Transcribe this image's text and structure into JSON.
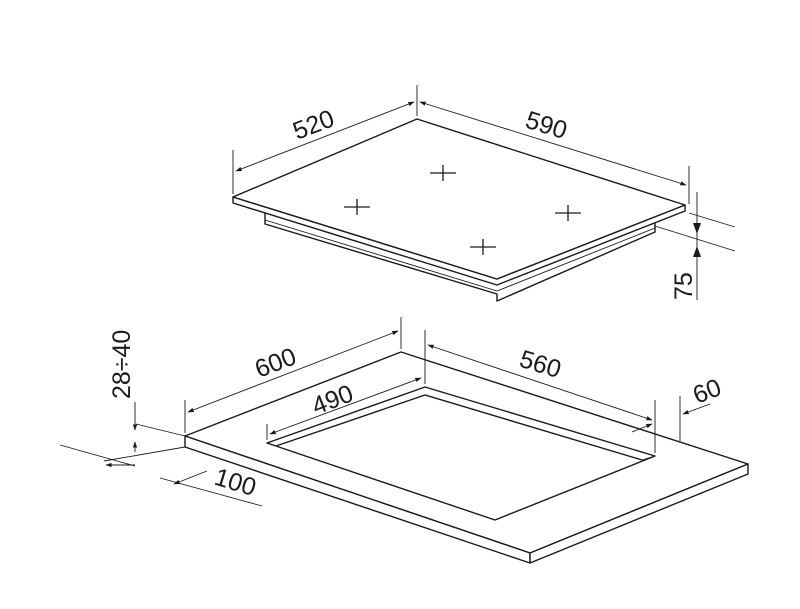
{
  "hob": {
    "dimensions": {
      "depth": "520",
      "width": "590",
      "height": "75"
    }
  },
  "cutout": {
    "dimensions": {
      "worktop_depth": "600",
      "cutout_width": "560",
      "cutout_depth": "490",
      "rear_clearance": "60",
      "front_clearance": "100",
      "worktop_thickness": "28÷40"
    }
  }
}
